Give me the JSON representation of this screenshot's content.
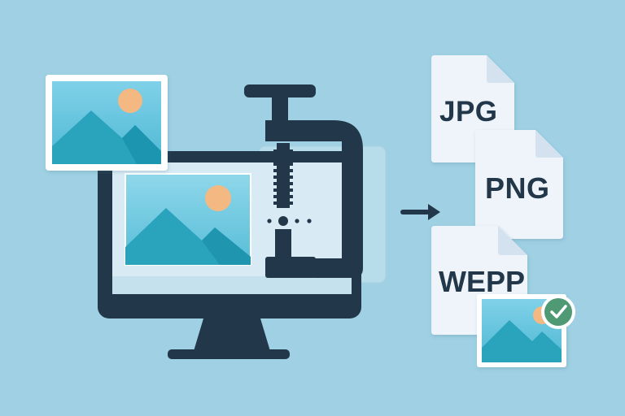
{
  "colors": {
    "background": "#9fd0e3",
    "dark_navy": "#22384a",
    "image_tile_sky": "#59c1dd",
    "image_tile_mountain": "#2aa3bd",
    "sun": "#f4b882",
    "paper": "#eef4fa",
    "check_badge": "#4f9a74"
  },
  "formats": [
    {
      "label": "JPG"
    },
    {
      "label": "PNG"
    },
    {
      "label": "WEPP"
    }
  ],
  "icons": {
    "source_image": "image-icon",
    "monitor": "monitor-icon",
    "clamp": "clamp-compress-icon",
    "arrow": "arrow-right-icon",
    "file": "file-icon",
    "success": "checkmark-icon"
  }
}
